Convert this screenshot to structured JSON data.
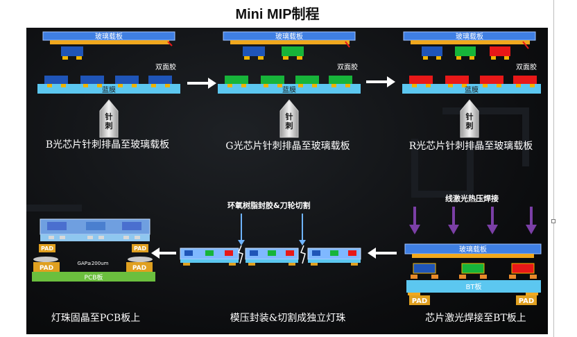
{
  "title": "Mini MIP制程",
  "glass_carrier_label": "玻璃载板",
  "adhesive_label": "双面胶",
  "blue_film_label": "蓝膜",
  "needle_label": "针刺",
  "steps": {
    "b": "B光芯片针刺排晶至玻璃载板",
    "g": "G光芯片针刺排晶至玻璃载板",
    "r": "R光芯片针刺排晶至玻璃载板",
    "laser": "芯片激光焊接至BT板上",
    "mold": "模压封装&切割成独立灯珠",
    "pcb": "灯珠固晶至PCB板上"
  },
  "laser_heading": "线激光热压焊接",
  "encap_heading": "环氧树脂封胶&刀轮切割",
  "bt_board_label": "BT板",
  "pad_label": "PAD",
  "pcb_board_label": "PCB板",
  "gap_label": "GAP≥200um",
  "colors": {
    "glass": "#3f7fe3",
    "adhesive": "#f0a81e",
    "blue_chip": "#1f55b8",
    "green_chip": "#17b43a",
    "red_chip": "#e81818",
    "film": "#5cc7f0",
    "arrow": "#ffffff",
    "laser_arrow": "#7b3fa6"
  }
}
